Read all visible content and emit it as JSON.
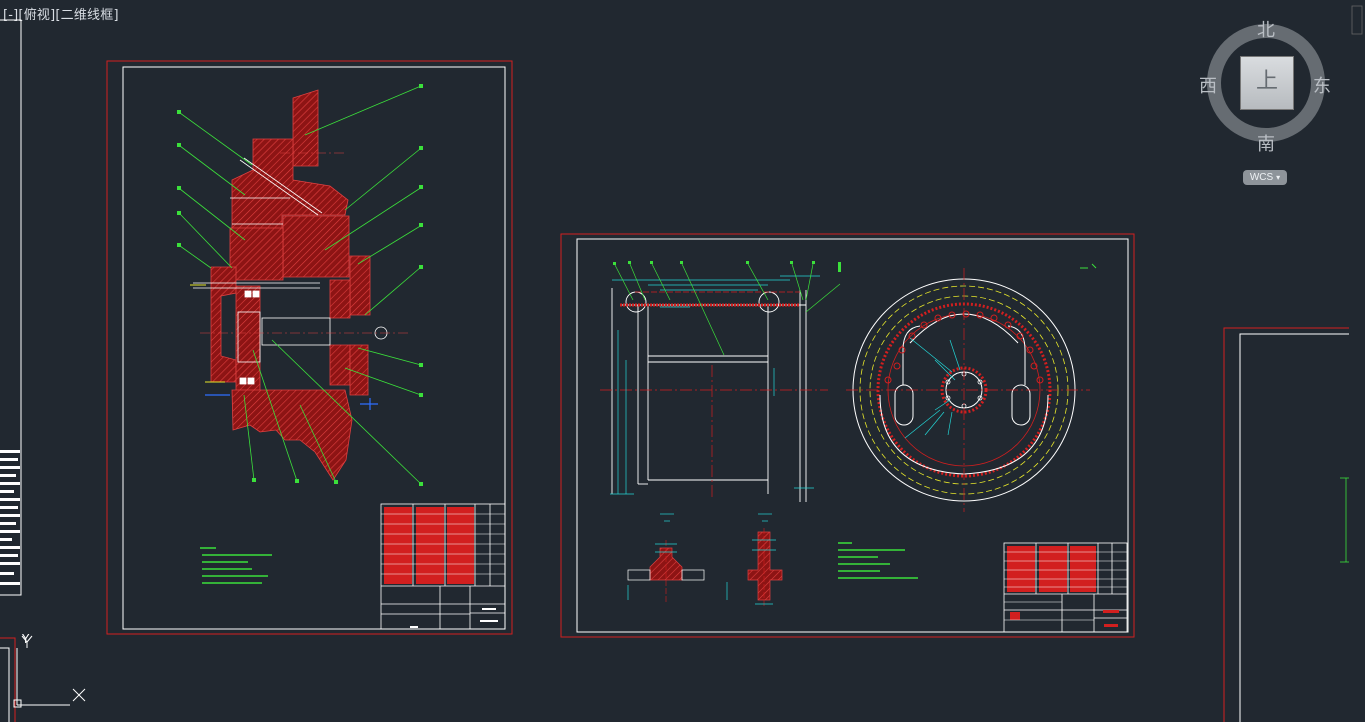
{
  "viewport": {
    "label": "[-][俯视][二维线框]"
  },
  "viewcube": {
    "north": "北",
    "south": "南",
    "east": "东",
    "west": "西",
    "top_face": "上",
    "wcs_label": "WCS",
    "wcs_arrow": "▾"
  },
  "ucs": {
    "x_label": "X",
    "y_label": "Y"
  },
  "colors": {
    "background": "#212830",
    "frame_red": "#d21f1f",
    "frame_white": "#ffffff",
    "hatch_red": "#a01818",
    "leader_green": "#3be03b",
    "dim_cyan": "#23d6d6",
    "accent_yellow": "#e6e62a",
    "blue": "#2f6fff"
  }
}
